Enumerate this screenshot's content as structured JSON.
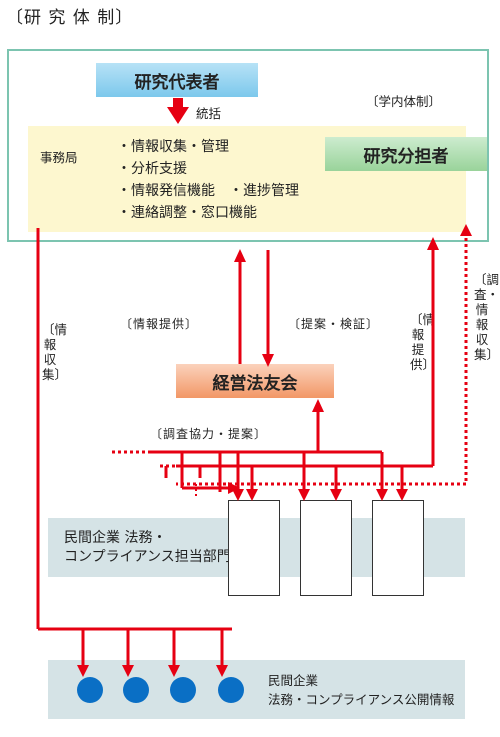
{
  "title": "〔研 究 体 制〕",
  "boxes": {
    "daihyo": "研究代表者",
    "buntan": "研究分担者",
    "keiei": "経営法友会"
  },
  "labels": {
    "toukatsu": "統括",
    "gakunai": "〔学内体制〕",
    "jimukyoku": "事務局",
    "info_provide_left": "〔情報提供〕",
    "teian_kensho": "〔提案・検証〕",
    "chosa_kyoryoku": "〔調査協力・提案〕",
    "info_collect_vertical": "〔情報収集〕",
    "info_provide_vertical": "〔情報提供〕",
    "chosa_info_vertical": "〔調査・情報収集〕"
  },
  "duties": [
    "・情報収集・管理",
    "・分析支援",
    "・情報発信機能　・進捗管理",
    "・連絡調整・窓口機能"
  ],
  "minkan_houmu": [
    "民間企業 法務・",
    "コンプライアンス担当部門"
  ],
  "minkan_koukai": [
    "民間企業",
    "法務・コンプライアンス公開情報"
  ],
  "colors": {
    "arrow": "#e60012",
    "frame": "#7cc4b0",
    "inner": "#fdf7cf",
    "band": "#d5e3e6",
    "dot": "#0a6fc5"
  }
}
